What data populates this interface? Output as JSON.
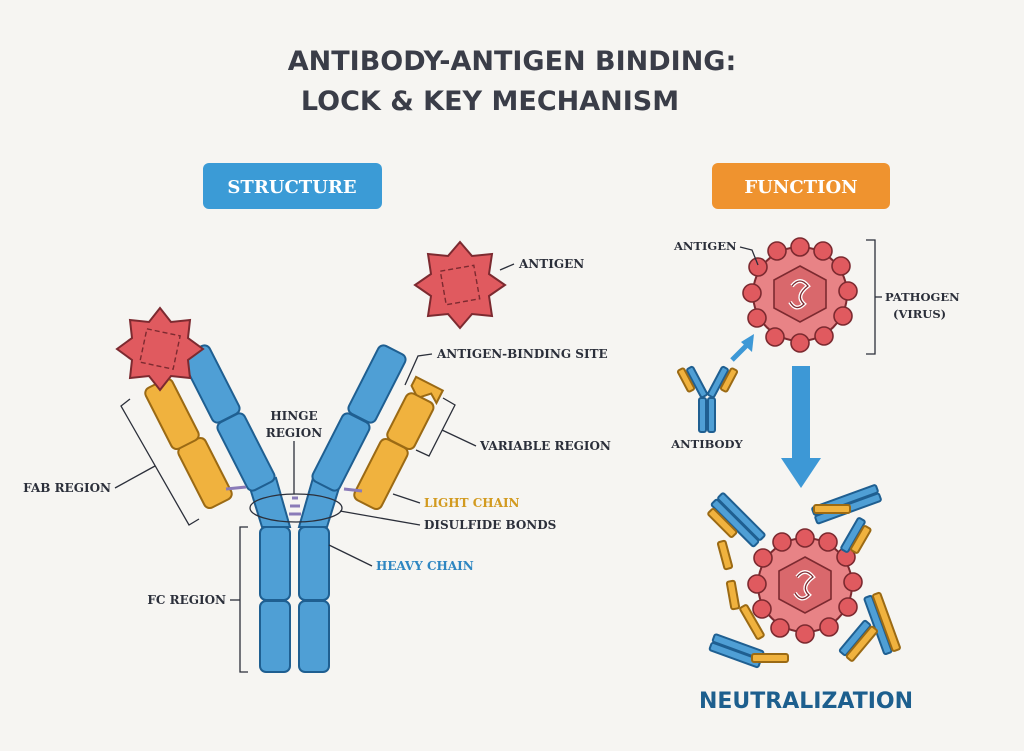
{
  "title": {
    "line1": "ANTIBODY-ANTIGEN BINDING:",
    "line2": "LOCK & KEY MECHANISM"
  },
  "sections": {
    "structure": "STRUCTURE",
    "function": "FUNCTION"
  },
  "labels": {
    "antigen": "ANTIGEN",
    "antigen_binding_site": "ANTIGEN-BINDING SITE",
    "hinge_line1": "HINGE",
    "hinge_line2": "REGION",
    "variable_region": "VARIABLE REGION",
    "fab_region": "FAB REGION",
    "light_chain": "LIGHT CHAIN",
    "disulfide_bonds": "DISULFIDE BONDS",
    "heavy_chain": "HEAVY CHAIN",
    "fc_region": "FC REGION",
    "function_antigen": "ANTIGEN",
    "pathogen_line1": "PATHOGEN",
    "pathogen_line2": "(VIRUS)",
    "antibody": "ANTIBODY",
    "neutralization": "NEUTRALIZATION"
  },
  "colors": {
    "structure_badge": "#3b9bd6",
    "function_badge": "#ef932f",
    "heavy_chain": "#4f9fd5",
    "light_chain": "#f0b23e",
    "antigen": "#e05a5f",
    "light_chain_label": "#d29a1f",
    "heavy_chain_label": "#2e86c1",
    "arrow": "#3d98d6"
  }
}
